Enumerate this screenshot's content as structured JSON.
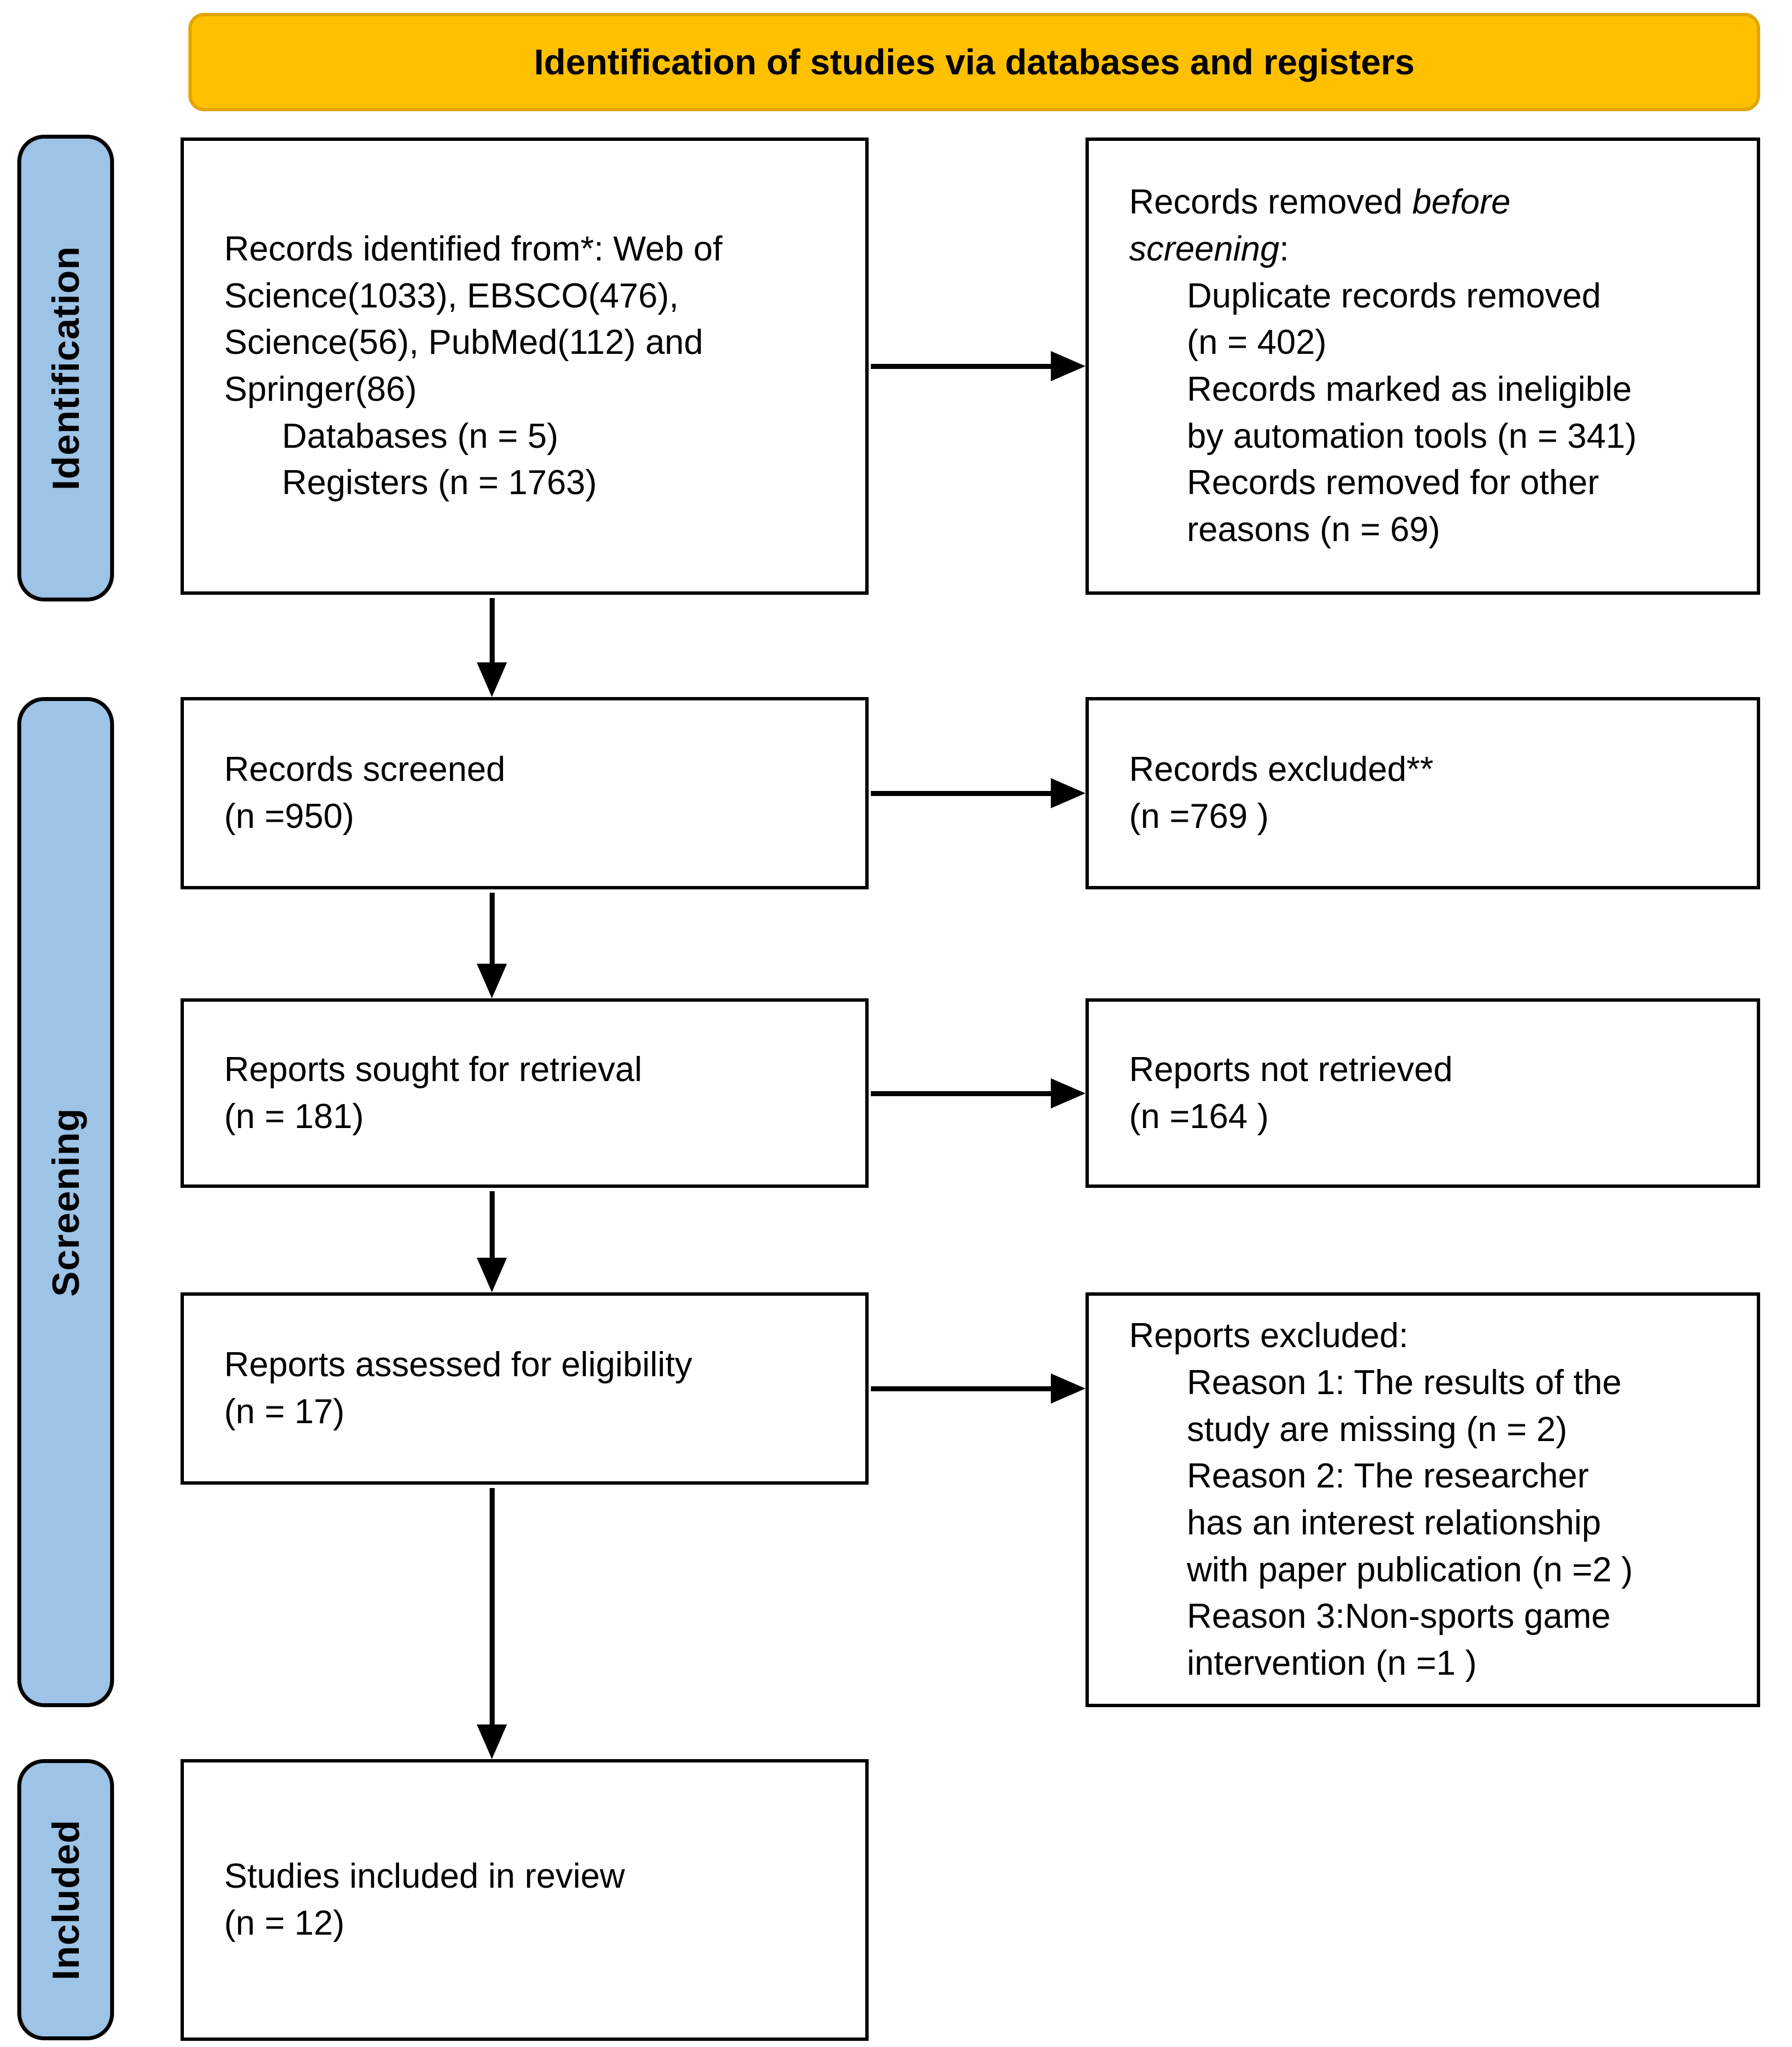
{
  "title": "Identification of studies via databases and registers",
  "colors": {
    "banner_fill": "#FFC000",
    "banner_border": "#E2A600",
    "stage_fill": "#9DC3E6",
    "box_border": "#000000",
    "text": "#000000"
  },
  "sidebar": [
    {
      "label": "Identification"
    },
    {
      "label": "Screening"
    },
    {
      "label": "Included"
    }
  ],
  "boxes": {
    "records_identified": {
      "text": "Records identified from*: Web of\nScience(1033), EBSCO(476),\nScience(56), PubMed(112) and\nSpringer(86)\n      Databases (n = 5)\n      Registers (n = 1763)"
    },
    "records_removed": {
      "prefix": "Records removed ",
      "italic": "before\nscreening",
      "suffix": ":",
      "details": "      Duplicate records removed\n      (n = 402)\n      Records marked as ineligible\n      by automation tools (n = 341)\n      Records removed for other\n      reasons (n = 69)"
    },
    "records_screened": {
      "text": "Records screened\n(n =950)"
    },
    "records_excluded": {
      "text": "Records excluded**\n(n =769 )"
    },
    "reports_sought": {
      "text": "Reports sought for retrieval\n(n = 181)"
    },
    "reports_not_retrieved": {
      "text": "Reports not retrieved\n(n =164 )"
    },
    "reports_assessed": {
      "text": "Reports assessed for eligibility\n(n = 17)"
    },
    "reports_excluded": {
      "text": "Reports excluded:\n      Reason 1: The results of the\n      study are missing (n = 2)\n      Reason 2: The researcher\n      has an interest relationship\n      with paper publication (n =2 )\n      Reason 3:Non-sports game\n      intervention (n =1 )"
    },
    "studies_included": {
      "text": "Studies included in review\n(n = 12)"
    }
  }
}
